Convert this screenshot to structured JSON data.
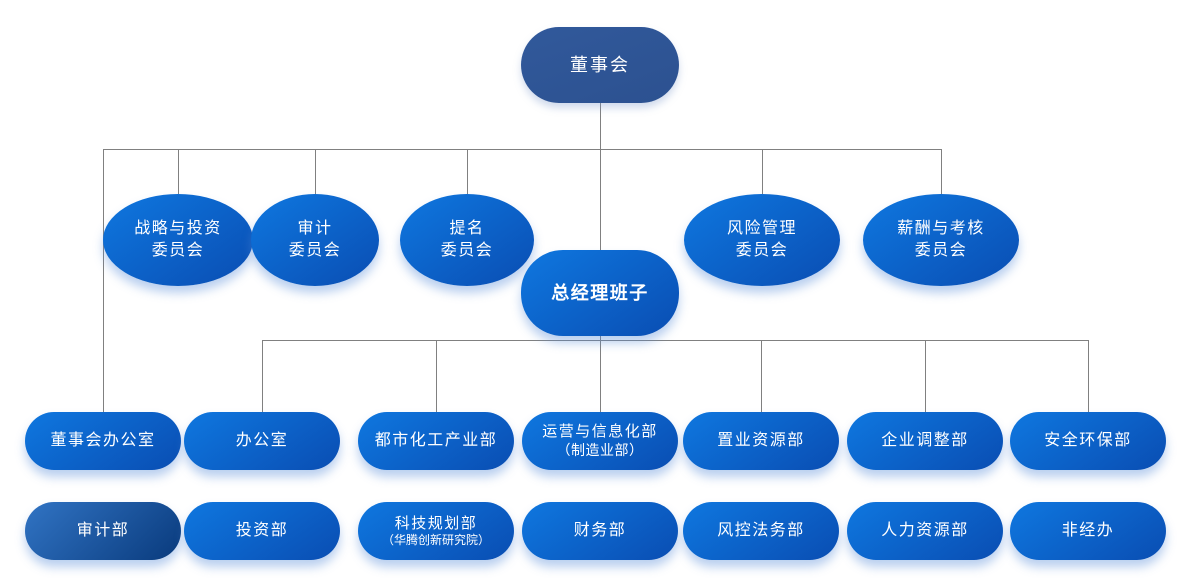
{
  "colors": {
    "root_fill": "#31599B",
    "node_gradient_start": "#0E74DC",
    "node_gradient_end": "#0A4FB4",
    "audit_gradient_start": "#3174C4",
    "audit_gradient_end": "#093A7C",
    "connector": "#808080",
    "text": "#FFFFFF"
  },
  "nodes": {
    "root": {
      "label": "董事会"
    },
    "committees": [
      {
        "label": "战略与投资\n委员会"
      },
      {
        "label": "审计\n委员会"
      },
      {
        "label": "提名\n委员会"
      },
      {
        "label": "风险管理\n委员会"
      },
      {
        "label": "薪酬与考核\n委员会"
      }
    ],
    "gm": {
      "label": "总经理班子"
    },
    "departments_row1": [
      {
        "label": "董事会办公室"
      },
      {
        "label": "办公室"
      },
      {
        "label": "都市化工产业部"
      },
      {
        "label": "运营与信息化部",
        "sublabel": "（制造业部）"
      },
      {
        "label": "置业资源部"
      },
      {
        "label": "企业调整部"
      },
      {
        "label": "安全环保部"
      }
    ],
    "departments_row2": [
      {
        "label": "审计部"
      },
      {
        "label": "投资部"
      },
      {
        "label": "科技规划部",
        "sublabel": "（华腾创新研究院）"
      },
      {
        "label": "财务部"
      },
      {
        "label": "风控法务部"
      },
      {
        "label": "人力资源部"
      },
      {
        "label": "非经办"
      }
    ]
  }
}
